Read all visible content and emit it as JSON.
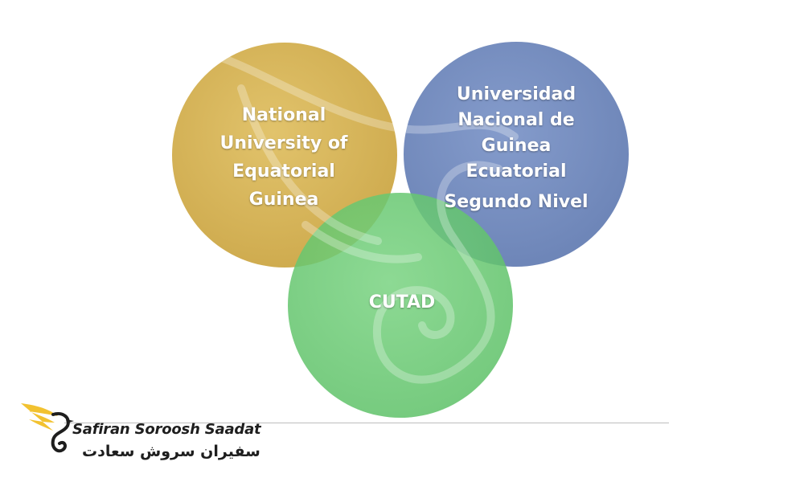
{
  "colors": {
    "yellow": "#d5b04c",
    "blue": "#6f89bf",
    "green": "#6ccb74",
    "text": "#ffffff",
    "logo_accent": "#f2c230"
  },
  "circles": {
    "yellow": {
      "lines": [
        "National",
        "University of",
        "Equatorial",
        "Guinea"
      ]
    },
    "blue": {
      "lines": [
        "Universidad",
        "Nacional de",
        "Guinea",
        "Ecuatorial",
        "Segundo Nivel"
      ]
    },
    "green": {
      "lines": [
        "CUTAD"
      ]
    }
  },
  "logo": {
    "name_en": "Safiran Soroosh Saadat",
    "name_fa": "سفیران سروش سعادت",
    "icon": "bird-icon"
  }
}
